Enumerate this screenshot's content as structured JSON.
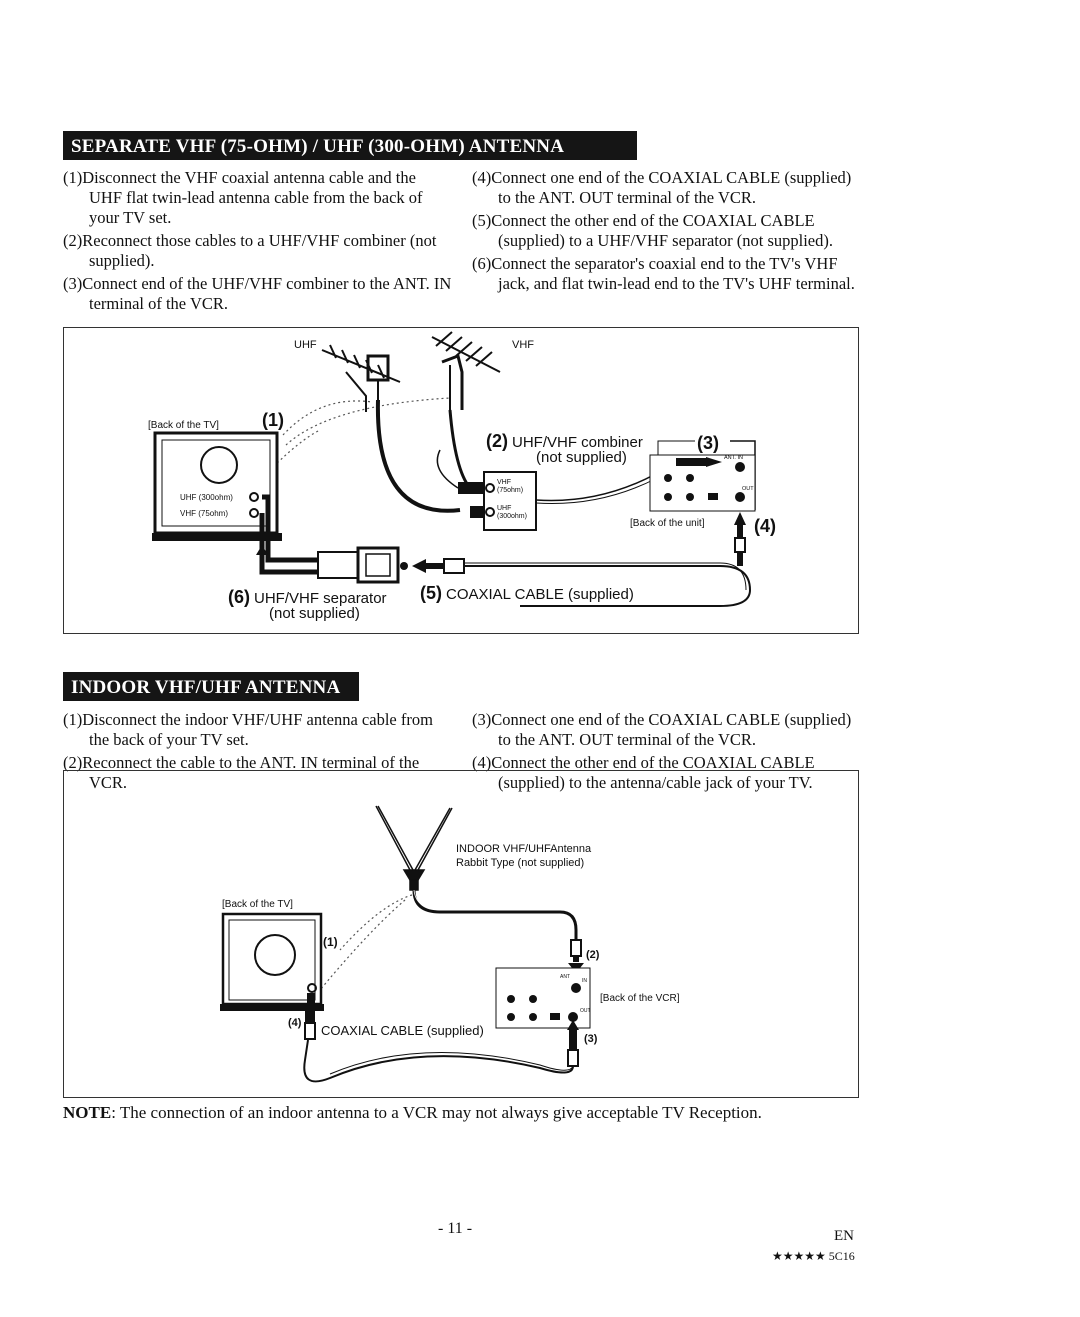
{
  "section1": {
    "title": "SEPARATE VHF (75-OHM) / UHF (300-OHM) ANTENNA",
    "left_steps": [
      "(1)Disconnect the VHF coaxial antenna cable and the UHF flat twin-lead antenna cable from the back of your TV set.",
      "(2)Reconnect those cables to a UHF/VHF combiner (not supplied).",
      "(3)Connect end of the UHF/VHF combiner to the ANT. IN terminal of the VCR."
    ],
    "right_steps": [
      "(4)Connect one end of the COAXIAL CABLE (supplied) to the ANT. OUT terminal of the VCR.",
      "(5)Connect the other end of the COAXIAL CABLE (supplied) to a UHF/VHF separator (not supplied).",
      "(6)Connect the separator's coaxial end to the TV's VHF jack, and flat twin-lead end to the TV's UHF terminal."
    ],
    "diagram": {
      "uhf": "UHF",
      "vhf": "VHF",
      "back_tv": "[Back of the TV]",
      "n1": "(1)",
      "uhf300": "UHF (300ohm)",
      "vhf75": "VHF (75ohm)",
      "n2": "(2)",
      "combiner": "UHF/VHF combiner",
      "combiner_note": "(not supplied)",
      "n3": "(3)",
      "ant_in": "ANT. IN",
      "out": "OUT",
      "back_unit": "[Back of the unit]",
      "n4": "(4)",
      "c_vhf": "VHF",
      "c_75": "(75ohm)",
      "c_uhf": "UHF",
      "c_300": "(300ohm)",
      "n6": "(6)",
      "separator": "UHF/VHF separator",
      "separator_note": "(not supplied)",
      "n5": "(5)",
      "coax": "COAXIAL CABLE (supplied)"
    }
  },
  "section2": {
    "title": "INDOOR VHF/UHF ANTENNA",
    "left_steps": [
      "(1)Disconnect the indoor VHF/UHF antenna cable from the back of your TV set.",
      "(2)Reconnect the cable to the ANT. IN terminal of the VCR."
    ],
    "right_steps": [
      "(3)Connect one end of the COAXIAL CABLE (supplied) to the ANT. OUT terminal of the VCR.",
      "(4)Connect the other end of the COAXIAL CABLE (supplied) to the antenna/cable jack of your TV."
    ],
    "diagram": {
      "antenna1": "INDOOR VHF/UHFAntenna",
      "antenna2": "Rabbit Type (not supplied)",
      "back_tv": "[Back of the TV]",
      "n1": "(1)",
      "n2": "(2)",
      "ant": "ANT",
      "in": "IN",
      "out": "OUT",
      "back_vcr": "[Back of the VCR]",
      "n4": "(4)",
      "coax": "COAXIAL CABLE (supplied)",
      "n3": "(3)"
    }
  },
  "note": {
    "label": "NOTE",
    "text": ": The connection of an indoor antenna to a VCR may not always give acceptable TV Reception."
  },
  "footer": {
    "page": "- 11 -",
    "lang": "EN",
    "code": "★★★★★  5C16"
  }
}
